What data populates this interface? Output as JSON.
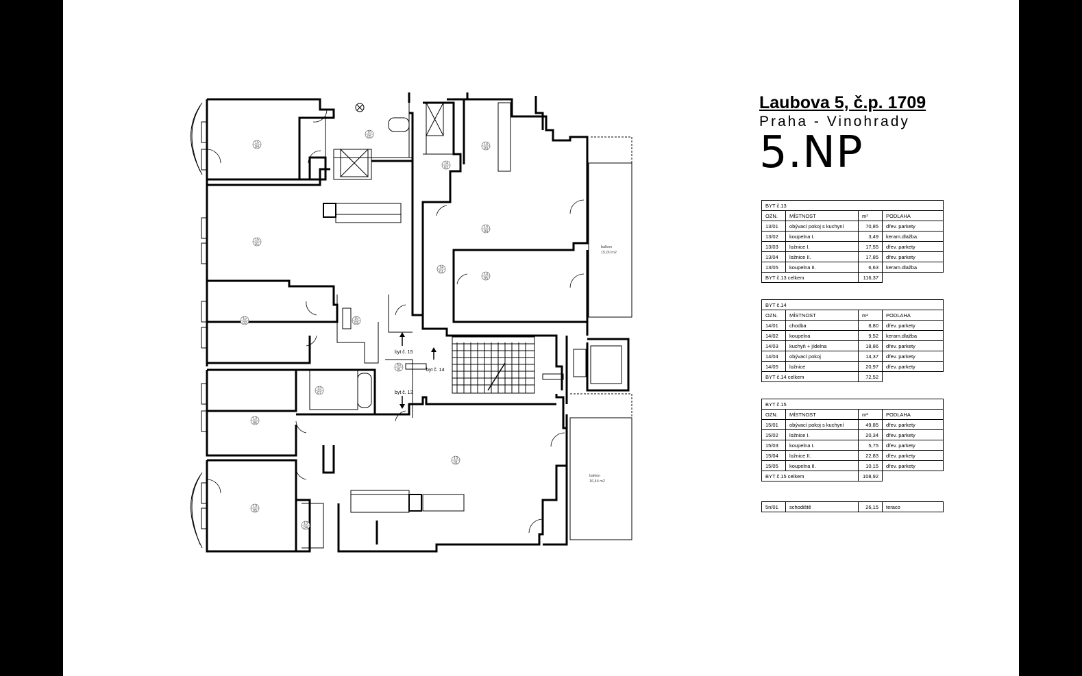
{
  "header": {
    "address": "Laubova 5, č.p. 1709",
    "city": "Praha - Vinohrady",
    "floor": "5.NP"
  },
  "plan": {
    "rooms": [
      {
        "line1": "15",
        "line2": "04"
      },
      {
        "line1": "15",
        "line2": "05"
      },
      {
        "line1": "15",
        "line2": "01"
      },
      {
        "line1": "15",
        "line2": "02"
      },
      {
        "line1": "15",
        "line2": "03"
      },
      {
        "line1": "13",
        "line2": "07"
      },
      {
        "line1": "13",
        "line2": "06"
      },
      {
        "line1": "13",
        "line2": "05"
      },
      {
        "line1": "13",
        "line2": "04"
      },
      {
        "line1": "13",
        "line2": "01"
      },
      {
        "line1": "14",
        "line2": "03"
      },
      {
        "line1": "14",
        "line2": "02"
      },
      {
        "line1": "14",
        "line2": "04"
      },
      {
        "line1": "14",
        "line2": "01"
      },
      {
        "line1": "14",
        "line2": "05"
      },
      {
        "line1": "5n",
        "line2": "01"
      }
    ],
    "balcony_top": {
      "name": "balkon",
      "area": "15,00 m2"
    },
    "balcony_bottom": {
      "name": "balkon",
      "area": "16,44 m2"
    },
    "arrows": {
      "byt15": "byt č. 15",
      "byt14": "byt č. 14",
      "byt13": "byt č. 13"
    }
  },
  "tables": [
    {
      "title": "BYT č.13",
      "headers": [
        "OZN.",
        "MÍSTNOST",
        "m²",
        "PODLAHA"
      ],
      "rows": [
        [
          "13/01",
          "obývací pokoj s kuchyní",
          "70,85",
          "dřev. parkety"
        ],
        [
          "13/02",
          "koupelna I.",
          "3,49",
          "keram.dlažba"
        ],
        [
          "13/03",
          "ložnice I.",
          "17,55",
          "dřev. parkety"
        ],
        [
          "13/04",
          "ložnice II.",
          "17,85",
          "dřev. parkety"
        ],
        [
          "13/05",
          "koupelna II.",
          "6,63",
          "keram.dlažba"
        ]
      ],
      "total_label": "BYT č.13  celkem",
      "total_value": "116,37"
    },
    {
      "title": "BYT č.14",
      "headers": [
        "OZN.",
        "MÍSTNOST",
        "m²",
        "PODLAHA"
      ],
      "rows": [
        [
          "14/01",
          "chodba",
          "8,80",
          "dřev. parkety"
        ],
        [
          "14/02",
          "koupelna",
          "9,52",
          "keram.dlažba"
        ],
        [
          "14/03",
          "kuchyň + jídelna",
          "18,86",
          "dřev. parkety"
        ],
        [
          "14/04",
          "obývací pokoj",
          "14,37",
          "dřev. parkety"
        ],
        [
          "14/05",
          "ložnice",
          "20,97",
          "dřev. parkety"
        ]
      ],
      "total_label": "BYT č.14  celkem",
      "total_value": "72,52"
    },
    {
      "title": "BYT č.15",
      "headers": [
        "OZN.",
        "MÍSTNOST",
        "m²",
        "PODLAHA"
      ],
      "rows": [
        [
          "15/01",
          "obývací pokoj s kuchyní",
          "49,85",
          "dřev. parkety"
        ],
        [
          "15/02",
          "ložnice I.",
          "20,34",
          "dřev. parkety"
        ],
        [
          "15/03",
          "koupelna I.",
          "5,75",
          "dřev. parkety"
        ],
        [
          "15/04",
          "ložnice II.",
          "22,83",
          "dřev. parkety"
        ],
        [
          "15/05",
          "koupelna II.",
          "10,15",
          "dřev. parkety"
        ]
      ],
      "total_label": "BYT č.15  celkem",
      "total_value": "108,92"
    }
  ],
  "stair_row": [
    "5n/01",
    "schodiště",
    "26,15",
    "teraco"
  ]
}
